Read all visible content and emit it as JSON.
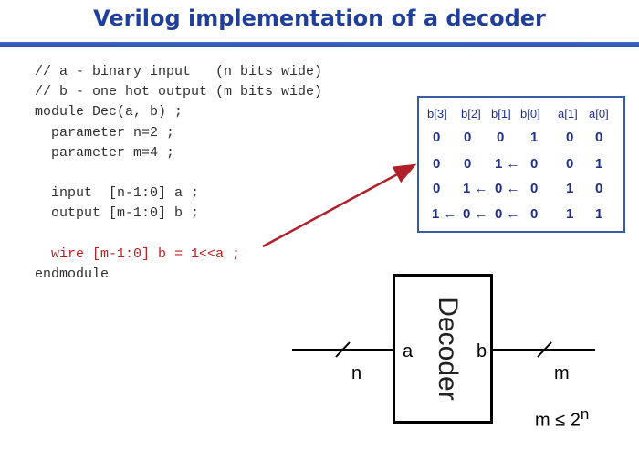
{
  "title": "Verilog implementation of a decoder",
  "code": {
    "lines": [
      "// a - binary input   (n bits wide)",
      "// b - one hot output (m bits wide)",
      "module Dec(a, b) ;",
      "  parameter n=2 ;",
      "  parameter m=4 ;",
      "",
      "  input  [n-1:0] a ;",
      "  output [m-1:0] b ;",
      "",
      "  wire [m-1:0] b = 1<<a ;",
      "endmodule"
    ]
  },
  "truth_table": {
    "headers": [
      "b[3]",
      "b[2]",
      "b[1]",
      "b[0]",
      "a[1]",
      "a[0]"
    ],
    "rows": [
      [
        "0",
        "0",
        "0",
        "1",
        "0",
        "0"
      ],
      [
        "0",
        "0",
        "1 ←",
        "0",
        "0",
        "1"
      ],
      [
        "0",
        "1 ←",
        "0 ←",
        "0",
        "1",
        "0"
      ],
      [
        "1 ←",
        "0 ←",
        "0 ←",
        "0",
        "1",
        "1"
      ]
    ]
  },
  "diagram": {
    "block_label": "Decoder",
    "input_port": "a",
    "output_port": "b",
    "input_width": "n",
    "output_width": "m",
    "constraint": "m ≤ 2",
    "constraint_exp": "n"
  },
  "colors": {
    "title": "#1f3f9a",
    "highlight": "#c02020",
    "arrow": "#b0202a",
    "table_text": "#1f2f8f"
  }
}
